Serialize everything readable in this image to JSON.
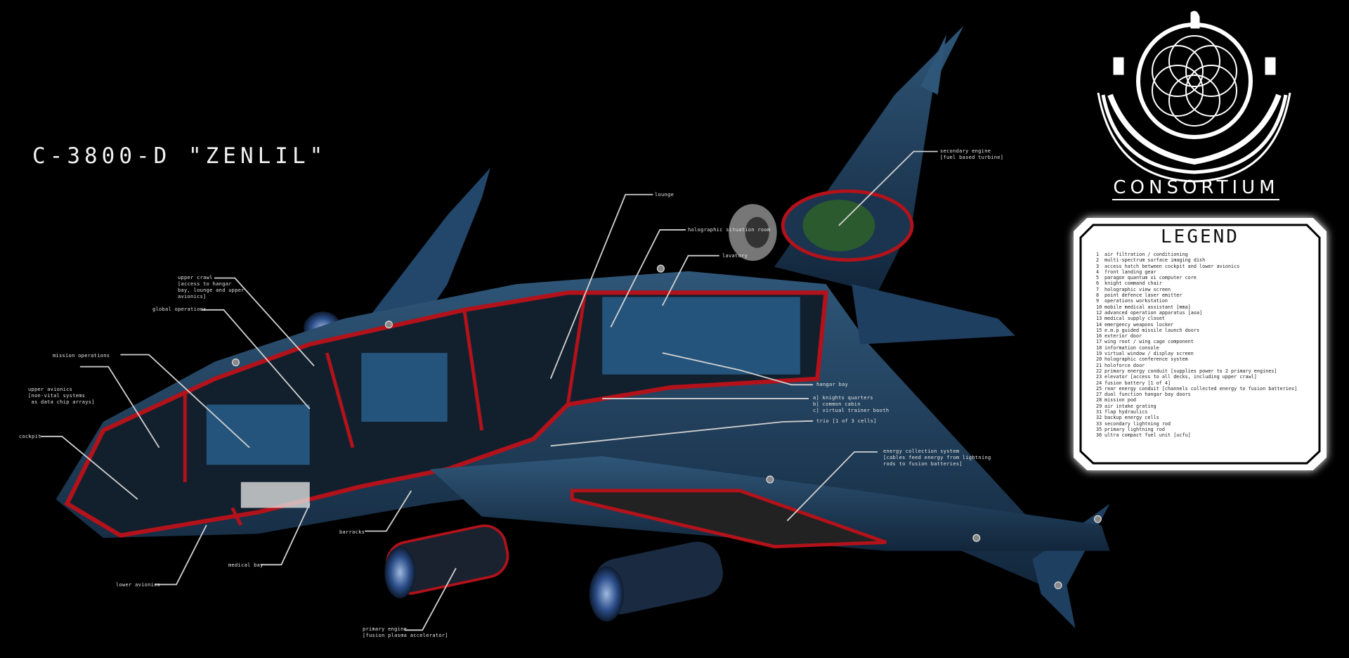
{
  "title": "C-3800-D \"ZENLIL\"",
  "logo": {
    "name": "CONSORTIUM"
  },
  "callouts": {
    "lounge": "lounge",
    "holo_situation_room": "holographic situation room",
    "lavatory": "lavatory",
    "upper_crawl": [
      "upper crawl",
      "[access to hangar",
      "bay, lounge and upper",
      "avionics]"
    ],
    "global_operations": "global operations",
    "mission_operations": "mission operations",
    "upper_avionics": [
      "upper avionics",
      "[non-vital systems",
      " as data chip arrays]"
    ],
    "cockpit": "cockpit",
    "lower_avionics": "lower avionics",
    "medical_bay": "medical bay",
    "barracks": "barracks",
    "primary_engine": [
      "primary engine",
      "[fusion plasma accelerator]"
    ],
    "hangar_bay": "hangar bay",
    "quarters": [
      "a]  knights quarters",
      "b]  common cabin",
      "c]  virtual trainer booth"
    ],
    "trio": "trio  [1 of 3 cells]",
    "energy_collection": [
      "energy collection system",
      "[cables feed energy from lightning",
      "rods to fusion batteries]"
    ],
    "secondary_engine": [
      "secondary engine",
      "[fuel based turbine]"
    ]
  },
  "legend": {
    "title": "LEGEND",
    "items": [
      {
        "n": "1",
        "t": "air filtration / conditioning"
      },
      {
        "n": "2",
        "t": "multi-spectrum surface imaging dish"
      },
      {
        "n": "3",
        "t": "access hatch between cockpit and lower avionics"
      },
      {
        "n": "4",
        "t": "front landing gear"
      },
      {
        "n": "5",
        "t": "paragon quantum xi computer core"
      },
      {
        "n": "6",
        "t": "knight command chair"
      },
      {
        "n": "7",
        "t": "holographic view screen"
      },
      {
        "n": "8",
        "t": "point defence laser emitter"
      },
      {
        "n": "9",
        "t": "operations workstation"
      },
      {
        "n": "10",
        "t": "mobile medical assistant [mma]"
      },
      {
        "n": "12",
        "t": "advanced operation apparatus [aoa]"
      },
      {
        "n": "13",
        "t": "medical supply closet"
      },
      {
        "n": "14",
        "t": "emergency weapons locker"
      },
      {
        "n": "15",
        "t": "e.m.p guided missile launch doors"
      },
      {
        "n": "16",
        "t": "exterior door"
      },
      {
        "n": "17",
        "t": "wing root / wing cage component"
      },
      {
        "n": "18",
        "t": "information console"
      },
      {
        "n": "19",
        "t": "virtual window / display screen"
      },
      {
        "n": "20",
        "t": "holographic conference system"
      },
      {
        "n": "21",
        "t": "holoforce door"
      },
      {
        "n": "22",
        "t": "primary energy conduit [supplies power to 2 primary engines]"
      },
      {
        "n": "23",
        "t": "elevator [access to all decks, including upper crawl]"
      },
      {
        "n": "24",
        "t": "fusion battery [1 of 4]"
      },
      {
        "n": "25",
        "t": "rear energy conduit [channels collected energy to fusion batteries]"
      },
      {
        "n": "27",
        "t": "dual function hangar bay doors"
      },
      {
        "n": "28",
        "t": "mission pod"
      },
      {
        "n": "29",
        "t": "air intake grating"
      },
      {
        "n": "31",
        "t": "flap hydraulics"
      },
      {
        "n": "32",
        "t": "backup energy cells"
      },
      {
        "n": "33",
        "t": "secondary lightning rod"
      },
      {
        "n": "35",
        "t": "primary lightning rod"
      },
      {
        "n": "36",
        "t": "ultra compact fuel unit [ucfu]"
      }
    ]
  },
  "colors": {
    "hull": "#1d3a5a",
    "cutaway": "#b3121a",
    "interior": "#12202e",
    "background": "#000000"
  }
}
